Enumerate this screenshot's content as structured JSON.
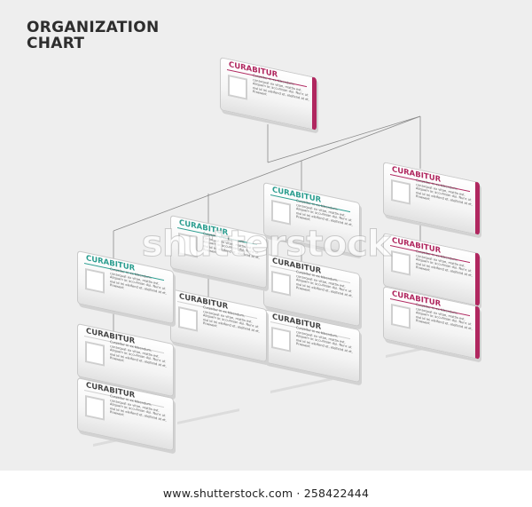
{
  "title": {
    "line1": "ORGANIZATION",
    "line2": "CHART"
  },
  "card_body": "Curabitur in ex bibendum, consequat ex vitae, mattis est. Aliquam ac accumsan dui. Nunc ut nisl id mi eleifend et, eleifend at et. Praesent",
  "cards": [
    {
      "label": "CURABITUR",
      "accent": "#b0275f"
    },
    {
      "label": "CURABITUR",
      "accent": "#b0275f"
    },
    {
      "label": "CURABITUR",
      "accent": "#b0275f"
    },
    {
      "label": "CURABITUR",
      "accent": "#b0275f"
    },
    {
      "label": "CURABITUR",
      "accent": "#2a9d8f"
    },
    {
      "label": "CURABITUR",
      "accent": "#444444"
    },
    {
      "label": "CURABITUR",
      "accent": "#444444"
    },
    {
      "label": "CURABITUR",
      "accent": "#2a9d8f"
    },
    {
      "label": "CURABITUR",
      "accent": "#444444"
    },
    {
      "label": "CURABITUR",
      "accent": "#2a9d8f"
    },
    {
      "label": "CURABITUR",
      "accent": "#444444"
    },
    {
      "label": "CURABITUR",
      "accent": "#444444"
    }
  ],
  "watermark": "shutterstock",
  "footer": "www.shutterstock.com · 258422444"
}
